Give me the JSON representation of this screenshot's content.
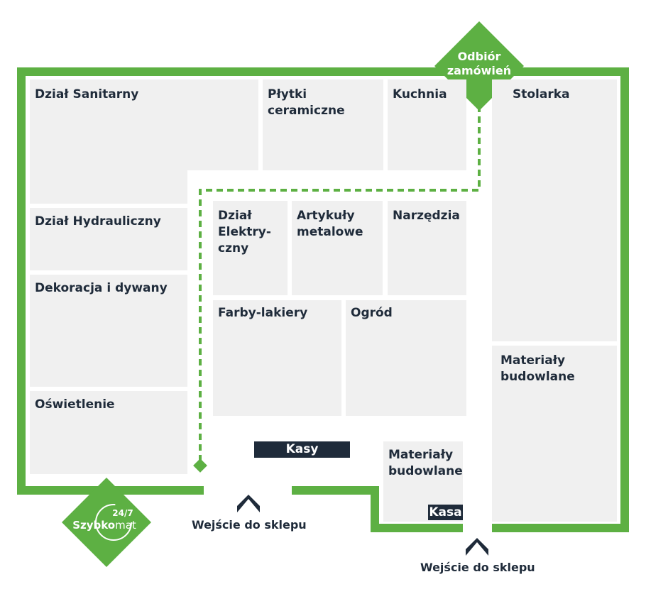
{
  "rooms": {
    "sanitarny": "Dział Sanitarny",
    "plytki_1": "Płytki",
    "plytki_2": "ceramiczne",
    "kuchnia": "Kuchnia",
    "stolarka": "Stolarka",
    "hydrauliczny": "Dział Hydrauliczny",
    "elektryczny_1": "Dział",
    "elektryczny_2": "Elektry-",
    "elektryczny_3": "czny",
    "metalowe_1": "Artykuły",
    "metalowe_2": "metalowe",
    "narzedzia": "Narzędzia",
    "dekoracja": "Dekoracja i dywany",
    "farby": "Farby-lakiery",
    "ogrod": "Ogród",
    "materialy_right_1": "Materiały",
    "materialy_right_2": "budowlane",
    "oswietlenie": "Oświetlenie",
    "materialy_bottom_1": "Materiały",
    "materialy_bottom_2": "budowlane"
  },
  "labels": {
    "kasy": "Kasy",
    "kasa": "Kasa",
    "odbior_1": "Odbiór",
    "odbior_2": "zamówień",
    "szybkomat_a": "Szybko",
    "szybkomat_b": "mat",
    "szybkomat_hours": "24/7",
    "entrance_center": "Wejście do sklepu",
    "entrance_right": "Wejście do sklepu"
  },
  "colors": {
    "wall_green": "#5db043",
    "dark_navy": "#1f2b3a",
    "room_gray": "#f0f0f0"
  }
}
